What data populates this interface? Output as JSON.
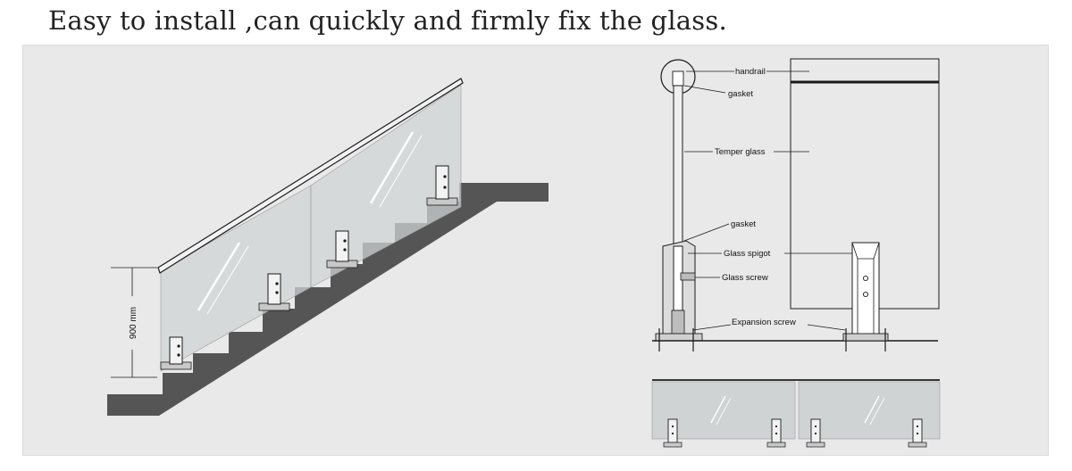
{
  "headline": "Easy to install ,can quickly and firmly fix the glass.",
  "stair_view": {
    "dimension_label": "900 mm"
  },
  "section_view": {
    "callouts": {
      "handrail": "handrail",
      "gasket_top": "gasket",
      "temper_glass": "Temper glass",
      "gasket_bottom": "gasket",
      "glass_spigot": "Glass spigot",
      "glass_screw": "Glass screw",
      "expansion_screw": "Expansion screw"
    }
  },
  "colors": {
    "panel_background": "#e9e9e9",
    "stair_concrete": "#555555",
    "glass": "#cfd3d3",
    "line": "#1a1a1a"
  }
}
